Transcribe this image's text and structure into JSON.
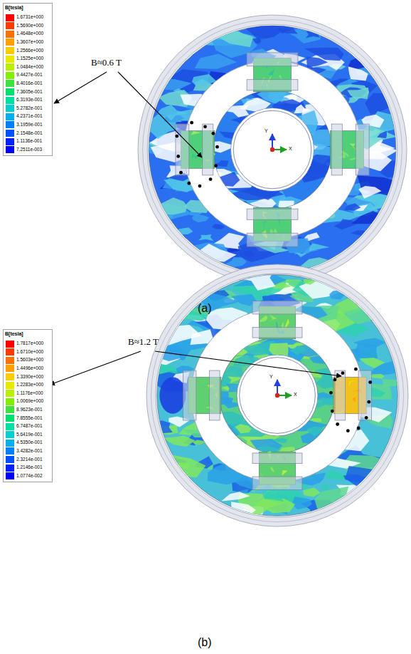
{
  "diagram": {
    "labels": [
      "B[tesla]",
      "B≈0.6 T",
      "Y",
      "X",
      "(a)",
      "B[tesla]",
      "B≈1.2 T",
      "Y",
      "X",
      "(b)"
    ],
    "legend": [
      {
        "text": "1.6731e+000",
        "color": "#ff0000"
      },
      {
        "text": "1.5690e+000",
        "color": "#ff3a00"
      },
      {
        "text": "1.4648e+000",
        "color": "#ff7000"
      },
      {
        "text": "1.3607e+000",
        "color": "#ffa000"
      },
      {
        "text": "1.2566e+000",
        "color": "#ffcc00"
      },
      {
        "text": "1.1525e+000",
        "color": "#e8e800"
      },
      {
        "text": "1.0484e+000",
        "color": "#b8f000"
      },
      {
        "text": "9.4427e-001",
        "color": "#80f000"
      },
      {
        "text": "8.4016e-001",
        "color": "#40e040"
      },
      {
        "text": "7.3605e-001",
        "color": "#00e070"
      },
      {
        "text": "6.3193e-001",
        "color": "#00e0a0"
      },
      {
        "text": "5.2782e-001",
        "color": "#00d0d0"
      },
      {
        "text": "4.2371e-001",
        "color": "#00b0f0"
      },
      {
        "text": "3.1959e-001",
        "color": "#0080ff"
      },
      {
        "text": "2.1548e-001",
        "color": "#0050ff"
      },
      {
        "text": "1.1136e-001",
        "color": "#0020ff"
      },
      {
        "text": "7.2511e-003",
        "color": "#0000ff"
      },
      {
        "text": "1.7817e+000",
        "color": "#ff0000"
      },
      {
        "text": "1.6710e+000",
        "color": "#ff3a00"
      },
      {
        "text": "1.5603e+000",
        "color": "#ff7000"
      },
      {
        "text": "1.4496e+000",
        "color": "#ffa000"
      },
      {
        "text": "1.3390e+000",
        "color": "#ffcc00"
      },
      {
        "text": "1.2283e+000",
        "color": "#e8e800"
      },
      {
        "text": "1.1176e+000",
        "color": "#b8f000"
      },
      {
        "text": "1.0069e+000",
        "color": "#80f000"
      },
      {
        "text": "8.9623e-001",
        "color": "#40e040"
      },
      {
        "text": "7.8555e-001",
        "color": "#00e070"
      },
      {
        "text": "6.7487e-001",
        "color": "#00e0a0"
      },
      {
        "text": "5.6419e-001",
        "color": "#00d0d0"
      },
      {
        "text": "4.5350e-001",
        "color": "#00b0f0"
      },
      {
        "text": "3.4282e-001",
        "color": "#0080ff"
      },
      {
        "text": "2.3214e-001",
        "color": "#0050ff"
      },
      {
        "text": "1.2146e-001",
        "color": "#0020ff"
      },
      {
        "text": "1.0774e-002",
        "color": "#0000ff"
      }
    ]
  }
}
